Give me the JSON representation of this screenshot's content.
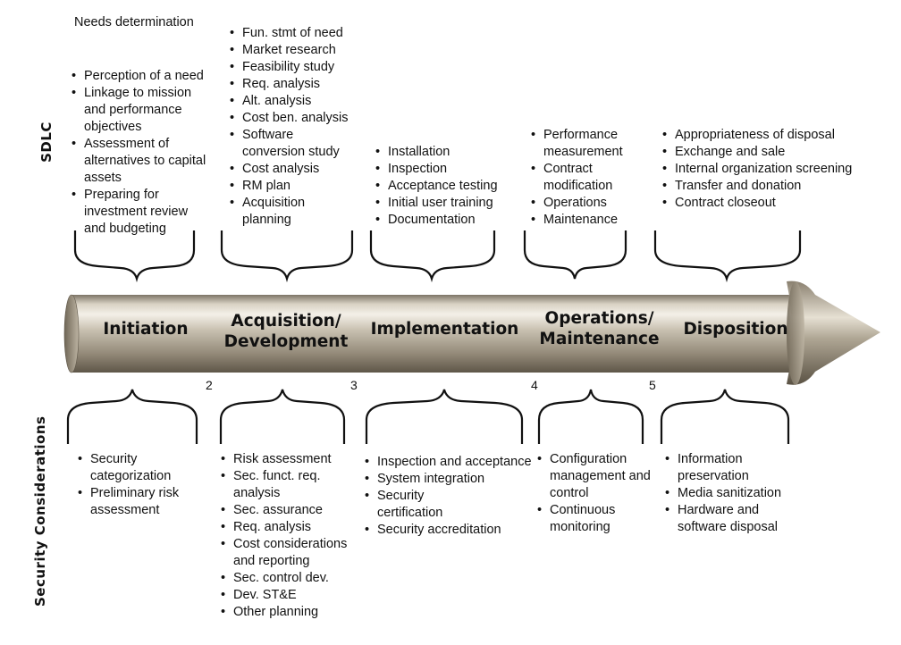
{
  "labels": {
    "sdlc": "SDLC",
    "security": "Security Considerations"
  },
  "needs_heading": "Needs determination",
  "stages": [
    {
      "name": "Initiation"
    },
    {
      "name_line1": "Acquisition/",
      "name_line2": "Development"
    },
    {
      "name": "Implementation"
    },
    {
      "name_line1": "Operations/",
      "name_line2": "Maintenance"
    },
    {
      "name": "Disposition"
    }
  ],
  "numbers": [
    "2",
    "3",
    "4",
    "5"
  ],
  "sdlc_items": {
    "initiation": [
      "Perception of a need",
      "Linkage to mission and performance objectives",
      "Assessment of alternatives to capital assets",
      "Preparing for investment review and budgeting"
    ],
    "acquisition": [
      "Fun. stmt of need",
      "Market research",
      "Feasibility study",
      "Req. analysis",
      "Alt. analysis",
      "Cost ben. analysis",
      "Software conversion study",
      "Cost analysis",
      "RM plan",
      "Acquisition planning"
    ],
    "implementation": [
      "Installation",
      "Inspection",
      "Acceptance testing",
      "Initial user training",
      "Documentation"
    ],
    "operations": [
      "Performance measurement",
      "Contract modification",
      "Operations",
      "Maintenance"
    ],
    "disposition": [
      "Appropriateness of disposal",
      "Exchange and sale",
      "Internal organization screening",
      "Transfer and donation",
      "Contract closeout"
    ]
  },
  "security_items": {
    "initiation": [
      "Security categorization",
      "Preliminary risk assessment"
    ],
    "acquisition": [
      "Risk assessment",
      "Sec. funct. req. analysis",
      "Sec. assurance",
      "Req. analysis",
      "Cost considerations and reporting",
      "Sec. control dev.",
      "Dev. ST&E",
      "Other planning"
    ],
    "implementation": [
      "Inspection and acceptance",
      "System integration",
      "Security certification",
      "Security accreditation"
    ],
    "operations": [
      "Configuration management and control",
      "Continuous monitoring"
    ],
    "disposition": [
      "Information preservation",
      "Media sanitization",
      "Hardware and software disposal"
    ]
  }
}
